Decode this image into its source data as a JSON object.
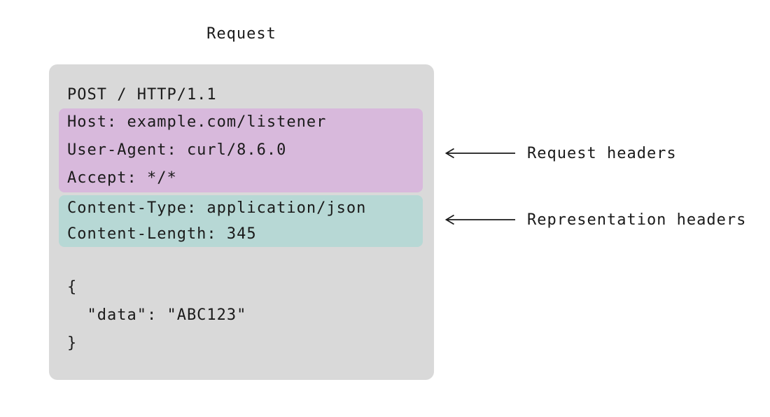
{
  "title": "Request",
  "panel": {
    "request_line": "POST / HTTP/1.1",
    "request_headers": [
      "Host: example.com/listener",
      "User-Agent: curl/8.6.0",
      "Accept: */*"
    ],
    "representation_headers": [
      "Content-Type: application/json",
      "Content-Length: 345"
    ],
    "body_lines": [
      "{",
      "  \"data\": \"ABC123\"",
      "}"
    ]
  },
  "annotations": [
    {
      "icon": "left-arrow",
      "label": "Request headers"
    },
    {
      "icon": "left-arrow",
      "label": "Representation headers"
    }
  ],
  "colors": {
    "panel_background": "#d9d9d9",
    "request_headers_highlight": "#d8b9dc",
    "representation_headers_highlight": "#b7d8d5",
    "text": "#1a1a1a",
    "page_background": "#ffffff"
  }
}
